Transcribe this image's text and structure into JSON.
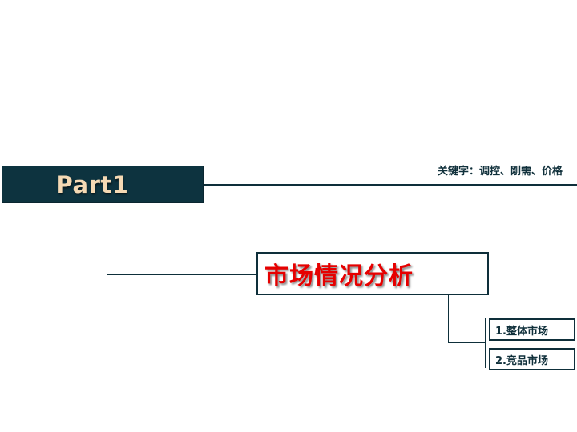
{
  "part": {
    "title": "Part1"
  },
  "keywords": "关键字：调控、刚需、价格",
  "section": {
    "title": "市场情况分析"
  },
  "subsections": [
    {
      "label": "1.整体市场"
    },
    {
      "label": "2.竞品市场"
    }
  ],
  "colors": {
    "dark_teal": "#0d333f",
    "title_cream": "#f4d9b4",
    "accent_red": "#e60000"
  }
}
